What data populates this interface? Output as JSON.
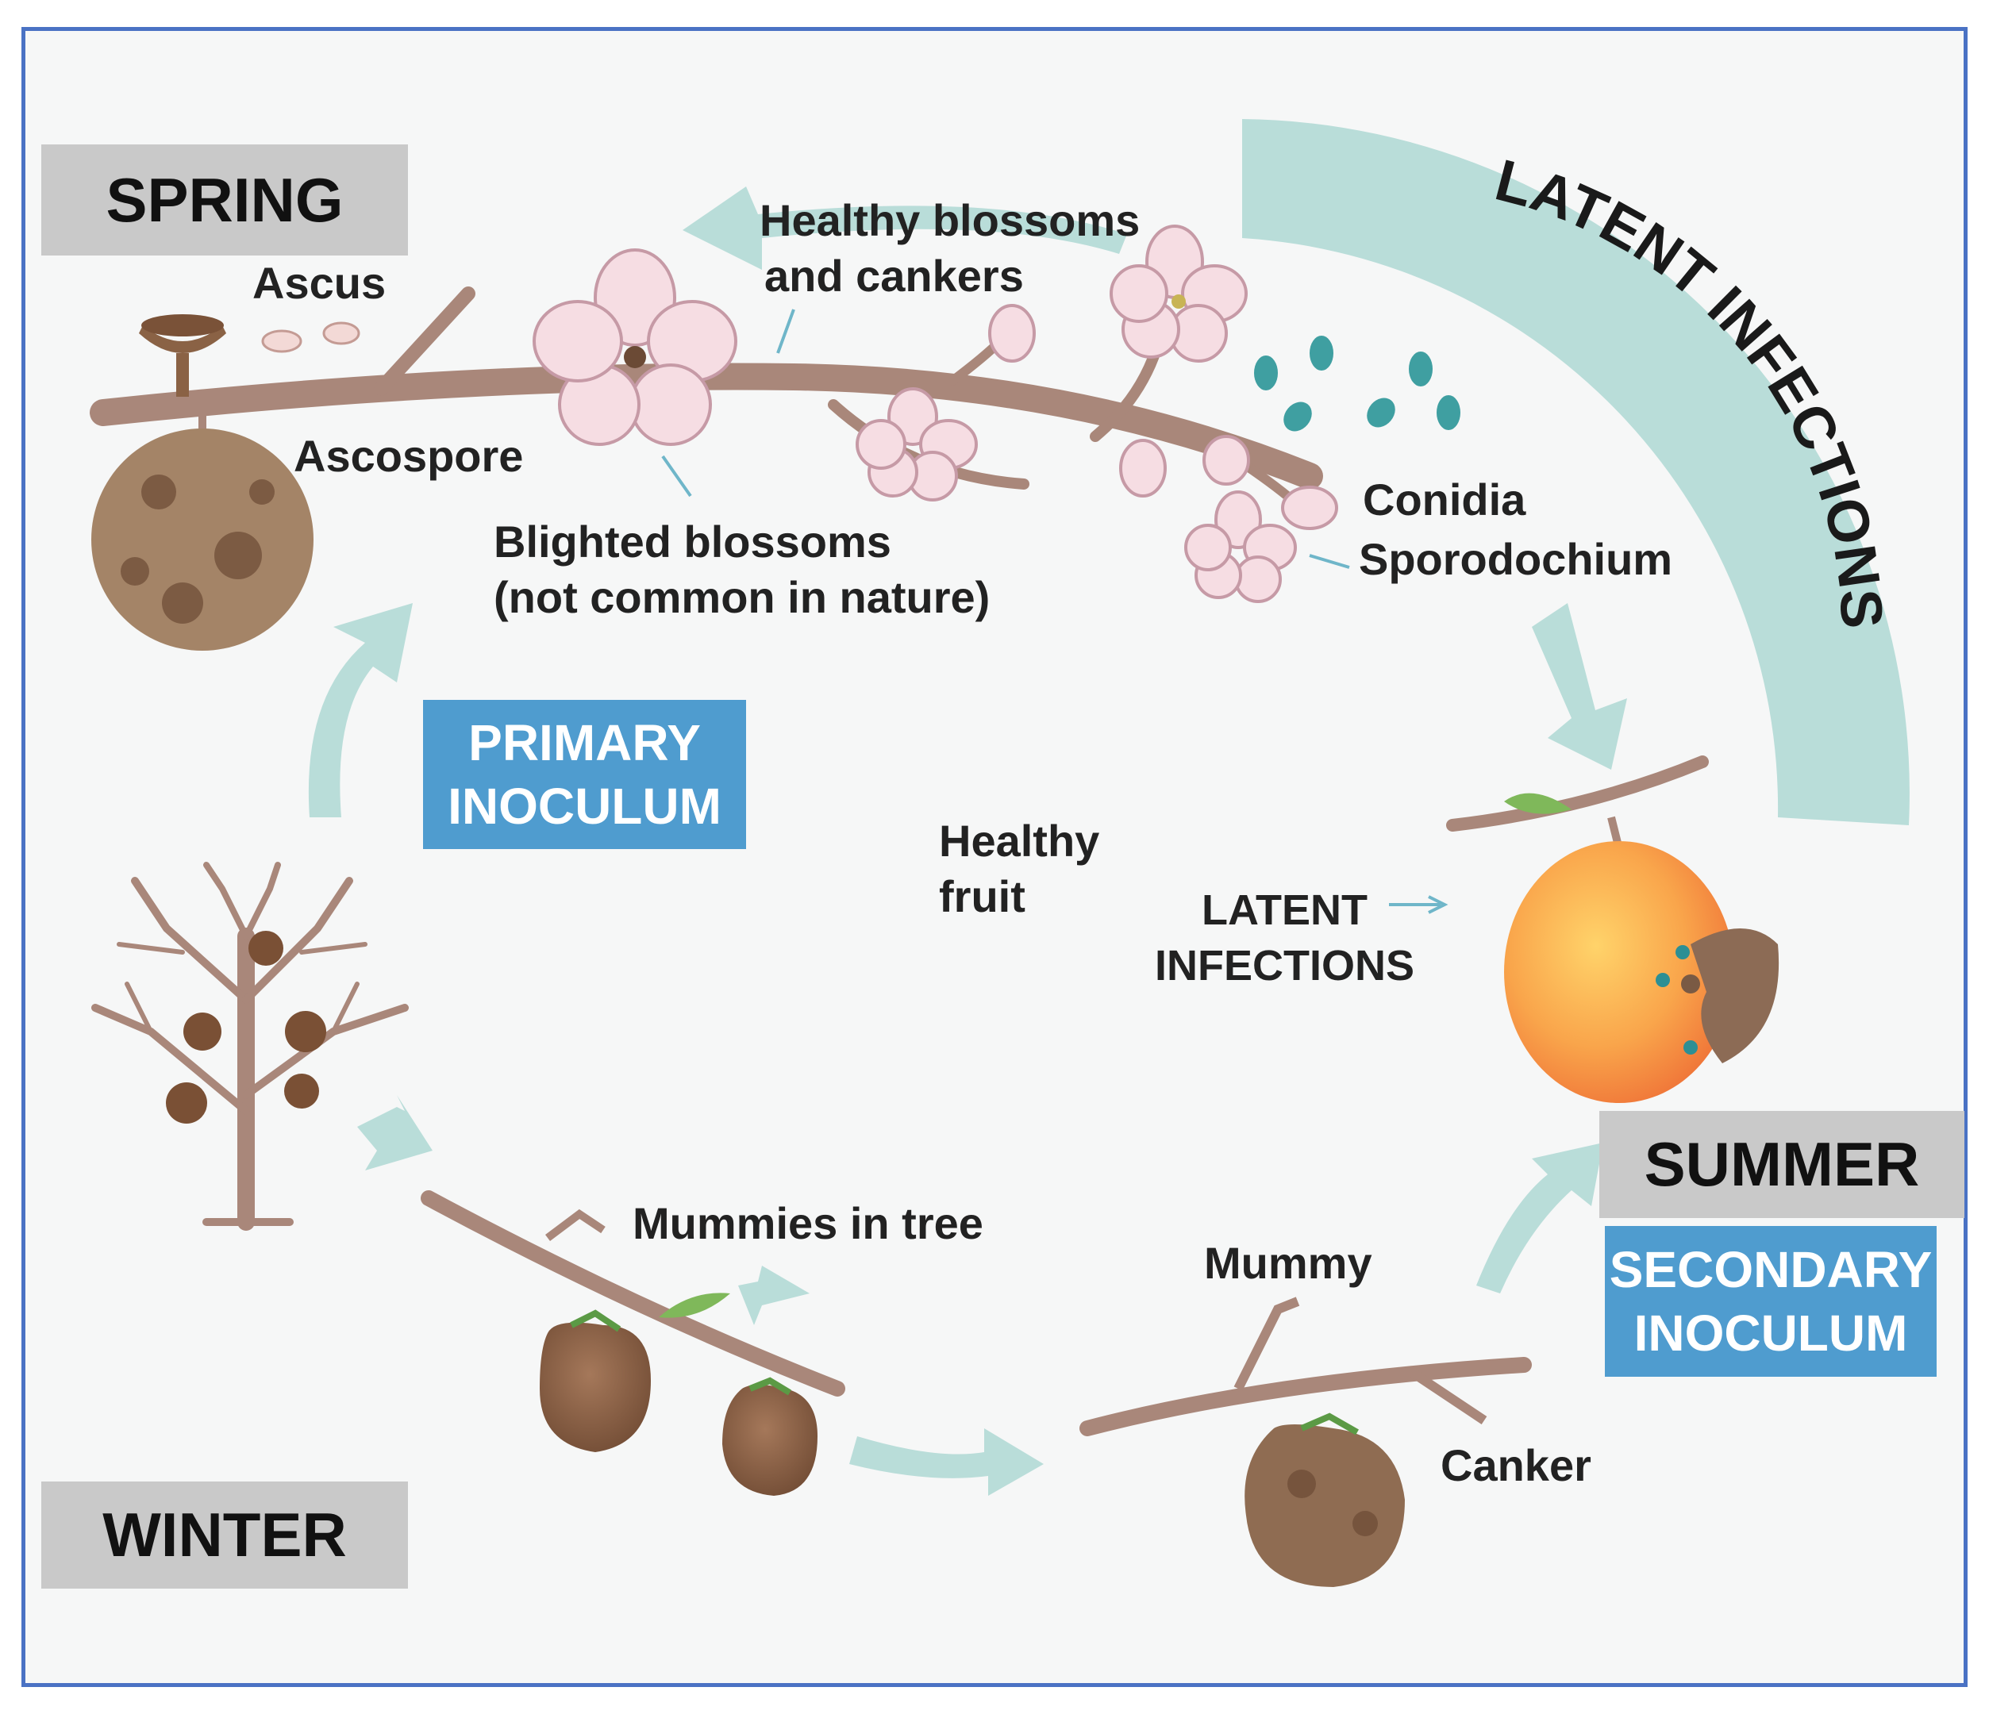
{
  "seasons": {
    "spring": "SPRING",
    "summer": "SUMMER",
    "winter": "WINTER"
  },
  "inoculum": {
    "primary": [
      "PRIMARY",
      "INOCULUM"
    ],
    "secondary": [
      "SECONDARY",
      "INOCULUM"
    ]
  },
  "labels": {
    "ascus": "Ascus",
    "ascospore": "Ascospore",
    "healthy_blossoms": [
      "Healthy blossoms",
      "and cankers"
    ],
    "blighted_blossoms": [
      "Blighted blossoms",
      "(not common in nature)"
    ],
    "conidia": "Conidia",
    "sporodochium": "Sporodochium",
    "latent_infections_arc": "LATENT INFECTIONS",
    "healthy_fruit": [
      "Healthy",
      "fruit"
    ],
    "latent_infections_center": [
      "LATENT",
      "INFECTIONS"
    ],
    "mummies_in_tree": "Mummies in tree",
    "mummy": "Mummy",
    "canker": "Canker"
  },
  "colors": {
    "frame_border": "#4a72c4",
    "season_box": "#c9c9c9",
    "inoculum_box": "#4f9ccf",
    "arrow": "#b9ddd9",
    "branch": "#a9877a",
    "blossom": "#f6dde3",
    "conidia": "#3f9fa1"
  }
}
